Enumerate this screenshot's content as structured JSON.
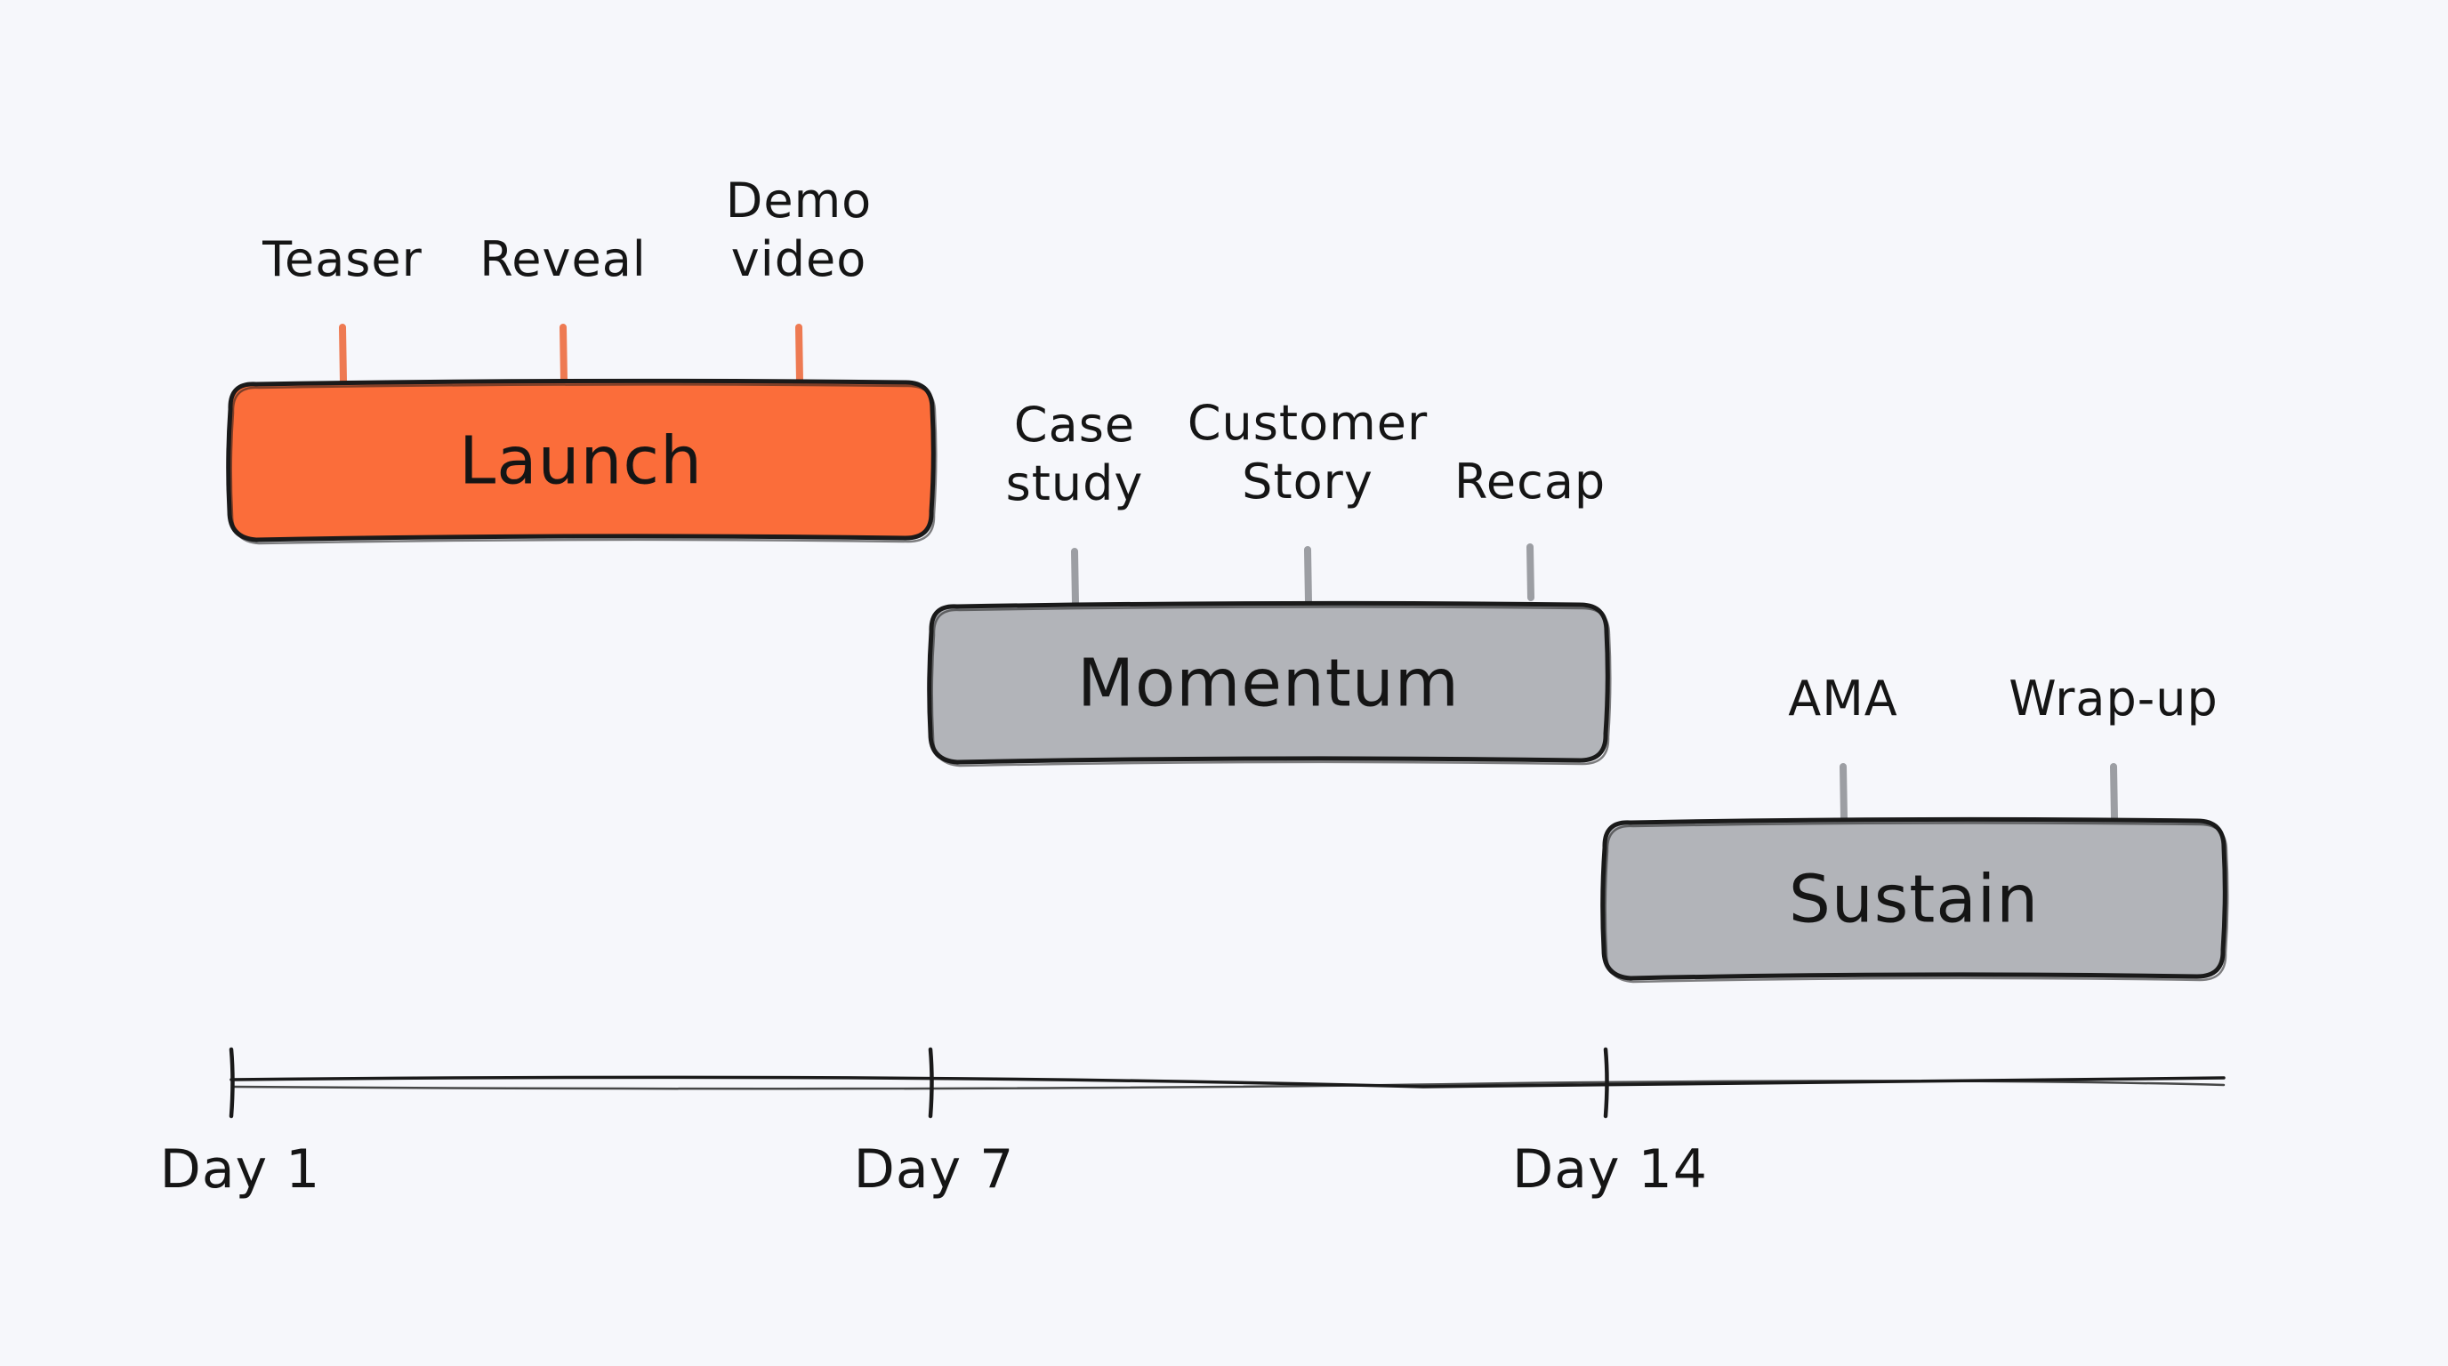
{
  "colors": {
    "background": "#f6f7fb",
    "launch_fill": "#fb6d3a",
    "launch_tick": "#ee7a52",
    "phase_fill": "#b2b4b9",
    "phase_tick": "#9c9ea3",
    "stroke": "#1a1a1a"
  },
  "phases": [
    {
      "id": "launch",
      "label": "Launch",
      "highlight": true,
      "milestones": [
        {
          "label_lines": [
            "Teaser"
          ]
        },
        {
          "label_lines": [
            "Reveal"
          ]
        },
        {
          "label_lines": [
            "Demo",
            "video"
          ]
        }
      ]
    },
    {
      "id": "momentum",
      "label": "Momentum",
      "highlight": false,
      "milestones": [
        {
          "label_lines": [
            "Case",
            "study"
          ]
        },
        {
          "label_lines": [
            "Customer",
            "Story"
          ]
        },
        {
          "label_lines": [
            "Recap"
          ]
        }
      ]
    },
    {
      "id": "sustain",
      "label": "Sustain",
      "highlight": false,
      "milestones": [
        {
          "label_lines": [
            "AMA"
          ]
        },
        {
          "label_lines": [
            "Wrap-up"
          ]
        }
      ]
    }
  ],
  "axis": {
    "ticks": [
      {
        "label": "Day 1"
      },
      {
        "label": "Day 7"
      },
      {
        "label": "Day 14"
      }
    ]
  }
}
